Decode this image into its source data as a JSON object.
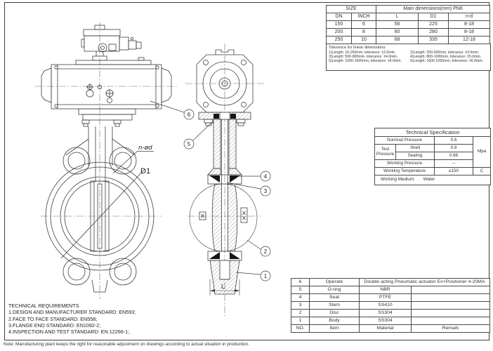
{
  "size_table": {
    "header_left": "SIZE",
    "header_right": "Main dimensions(mm) PN6",
    "columns": [
      "DN",
      "INCH",
      "L",
      "D1",
      "n-d"
    ],
    "rows": [
      {
        "dn": "150",
        "inch": "6",
        "l": "56",
        "d1": "225",
        "nd": "8-18"
      },
      {
        "dn": "200",
        "inch": "8",
        "l": "60",
        "d1": "280",
        "nd": "8-18"
      },
      {
        "dn": "250",
        "inch": "10",
        "l": "68",
        "d1": "335",
        "nd": "12-18"
      }
    ]
  },
  "tolerance": {
    "title": "Tolerence for linear dimensions:",
    "items": [
      "1)Length: 10-250mm, tolerance: ±2.0mm.",
      "2)Length: 250-500mm, tolerance: ±3.0mm.",
      "3)Length: 500-800mm, tolerance: ±4.0mm.",
      "4)Length: 800-1000mm, tolerance: ±5.0mm.",
      "5)Length: 1000-1600mm, tolerance: ±6.0mm.",
      "6)Length: 1600-2250mm, tolerance: ±6.0mm."
    ]
  },
  "tech_spec": {
    "title": "Technical  Specification",
    "nominal_label": "Nominal Pressure",
    "nominal_value": "0.6",
    "test_label": "Test Pressure",
    "shell_label": "Shell",
    "shell_value": "0.9",
    "sealing_label": "Sealing",
    "sealing_value": "0.66",
    "working_pressure_label": "Working Pressure",
    "working_pressure_value": "--",
    "working_temp_label": "Working Temperature",
    "working_temp_value": "≤150",
    "unit_pressure": "Mpa",
    "unit_temp": "C",
    "medium_label": "Working Medium:",
    "medium_value": "Water"
  },
  "parts_table": {
    "rows": [
      {
        "no": "6",
        "item": "Operate",
        "material": "Double acting Pneumatic actuator Ex+Positioner 4-20MA",
        "remark": ""
      },
      {
        "no": "5",
        "item": "O-ring",
        "material": "NBR",
        "remark": ""
      },
      {
        "no": "4",
        "item": "Seat",
        "material": "PTFE",
        "remark": ""
      },
      {
        "no": "3",
        "item": "Stem",
        "material": "SS410",
        "remark": ""
      },
      {
        "no": "2",
        "item": "Disc",
        "material": "SS304",
        "remark": ""
      },
      {
        "no": "1",
        "item": "Body",
        "material": "SS304",
        "remark": ""
      }
    ],
    "footer": [
      "NO.",
      "Item",
      "Material",
      "Remark"
    ]
  },
  "tech_requirements": {
    "title": "TECHNICAL REQUIREMENTS",
    "items": [
      "1.DESIGN AND MANUFACTURER STANDARD: EN593;",
      "2.FACE TO FACE STANDARD: EN558;",
      "3.FLANGE END STANDARD: EN1092-2;",
      "4.INSPECTION AND TEST STANDARD: EN 12266-1;"
    ]
  },
  "note": "Note: Manufacturing plant keeps the right for reasonable adjustment on drawings according to actual situation in production.",
  "drawing": {
    "label_n_od": "n-ød",
    "label_d1": "D1",
    "label_l": "L",
    "balloons": {
      "b1": "1",
      "b2": "2",
      "b3": "3",
      "b4": "4",
      "b5": "5",
      "b6": "6"
    }
  }
}
